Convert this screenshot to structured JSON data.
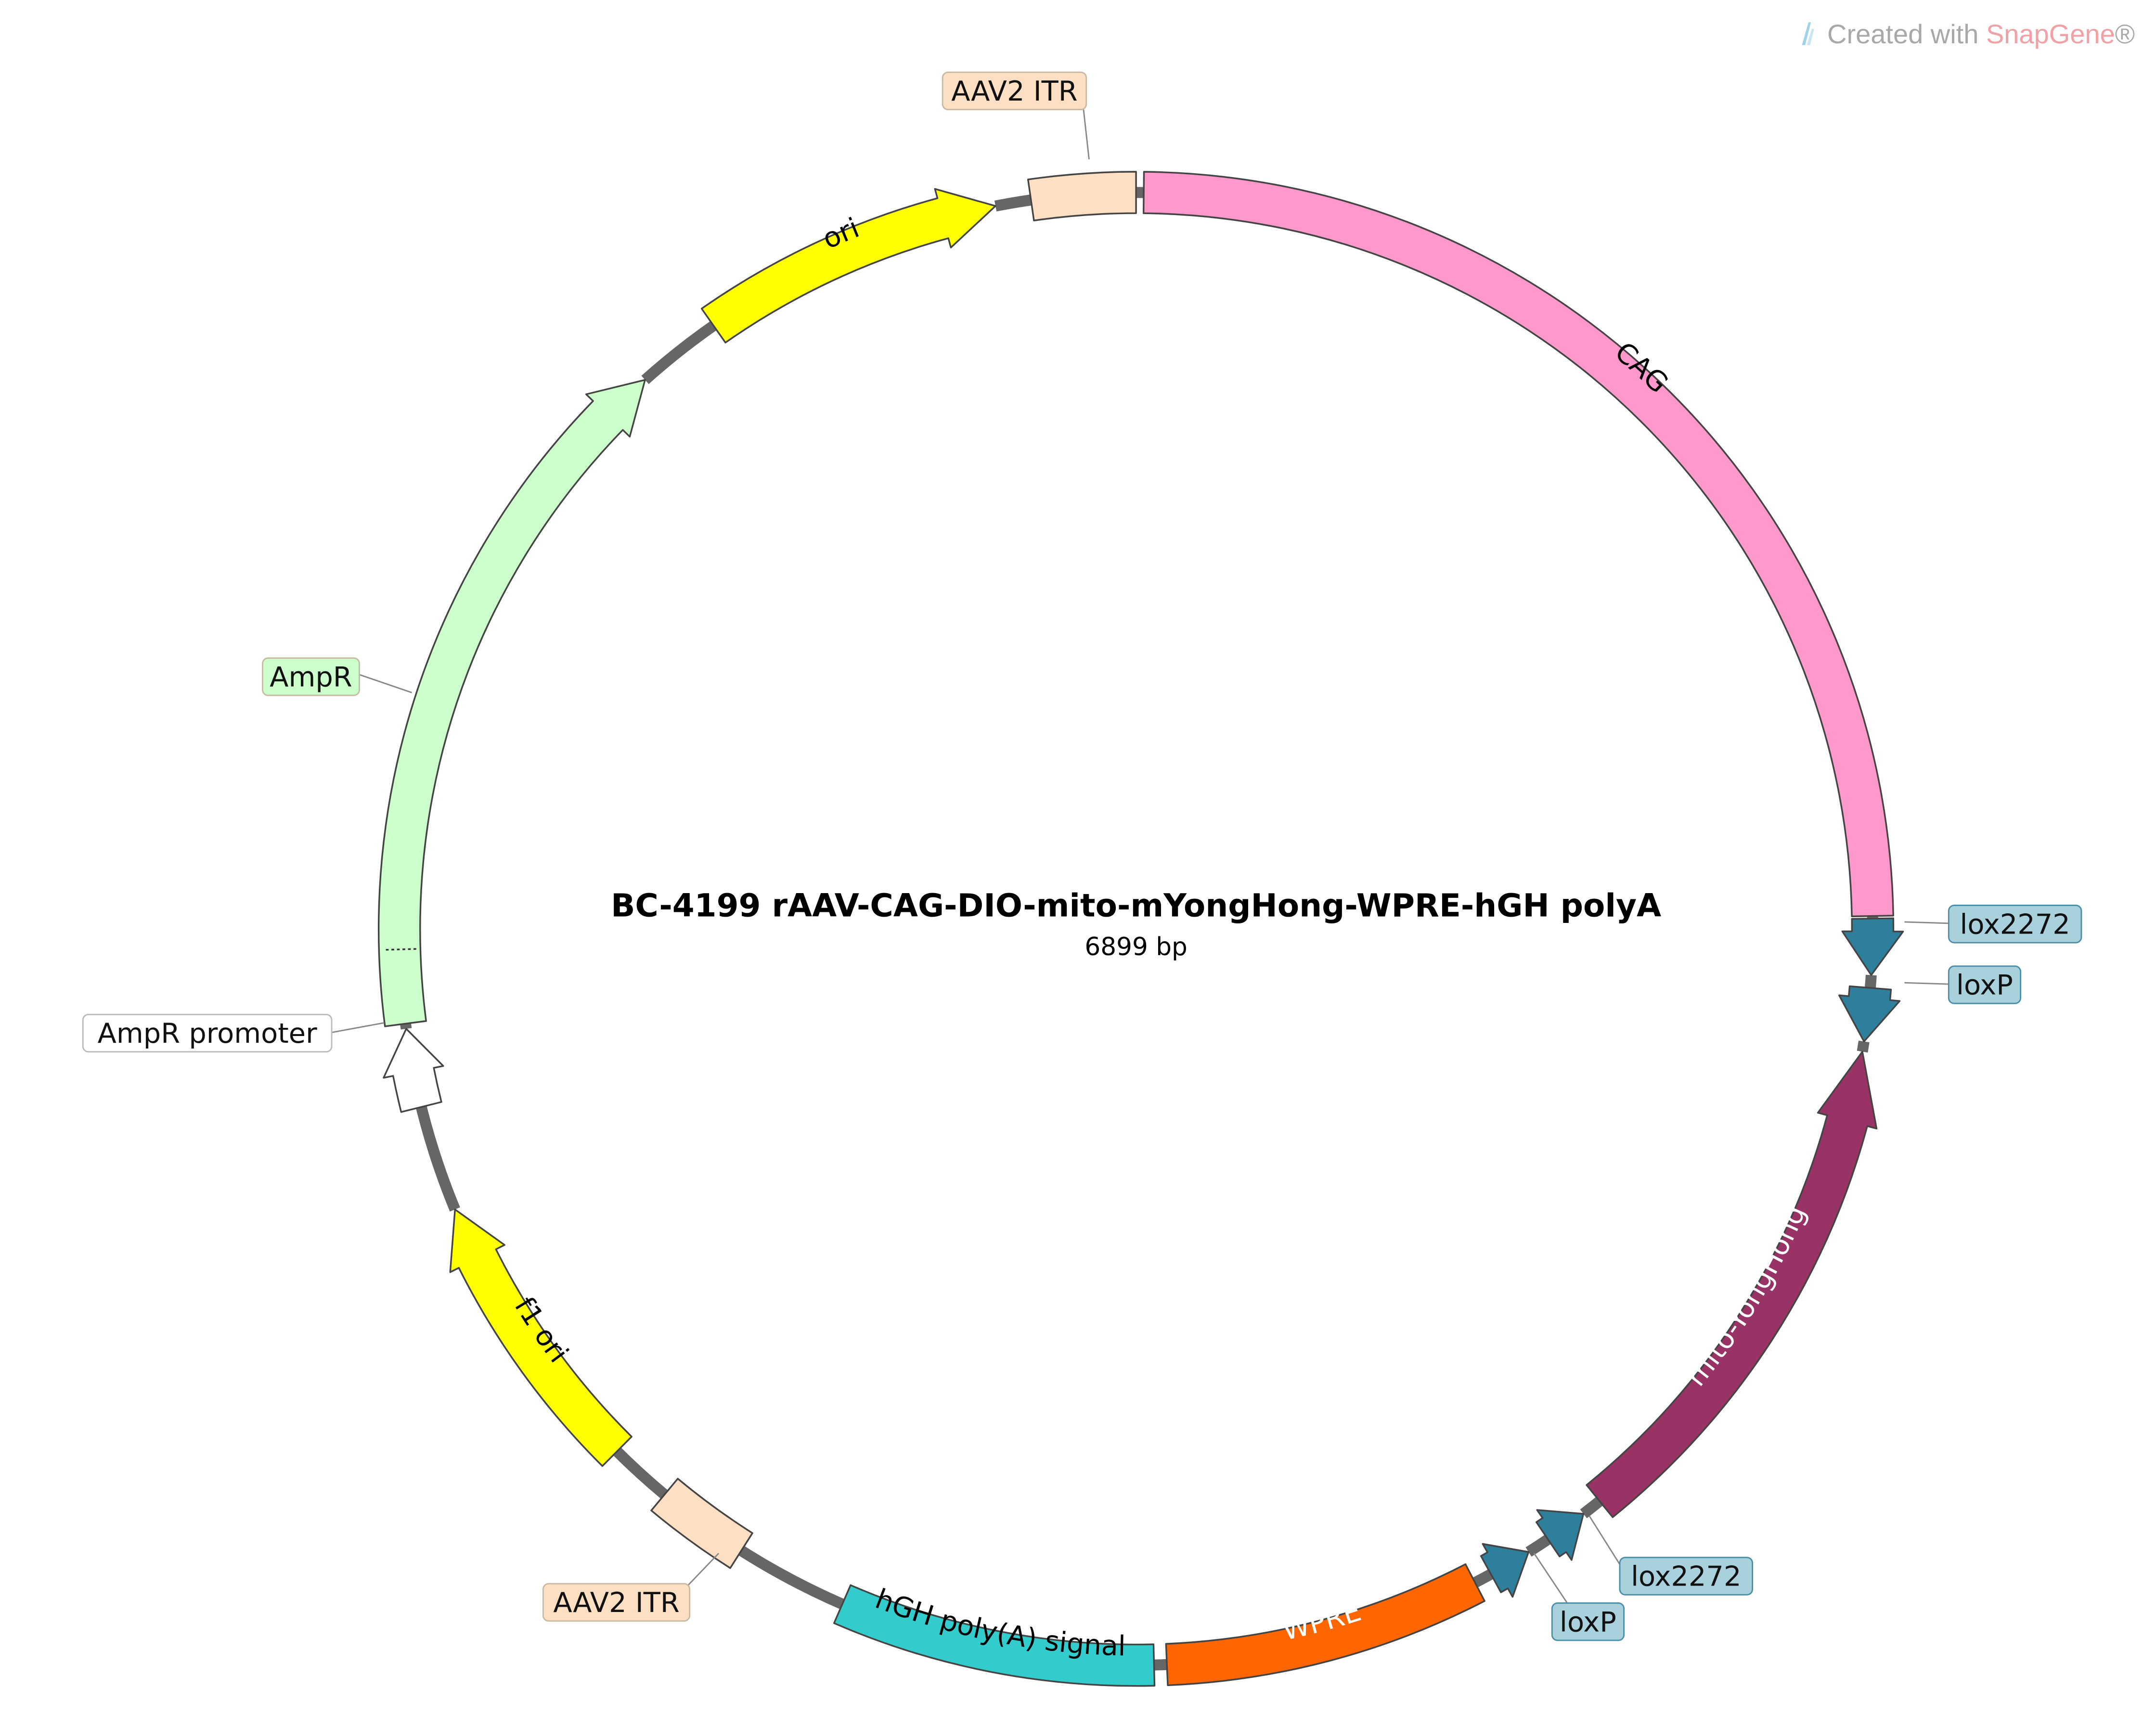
{
  "title": "BC-4199  rAAV-CAG-DIO-mito-mYongHong-WPRE-hGH polyA",
  "length_label": "6899 bp",
  "watermark": {
    "prefix": "Created with ",
    "brand": "SnapGene",
    "suffix": "®"
  },
  "features": [
    {
      "id": "aav2-itr-top",
      "label": "AAV2 ITR",
      "color": "#fde0c3",
      "direction": "none",
      "label_style": "callout"
    },
    {
      "id": "cag",
      "label": "CAG",
      "color": "#ff99cc",
      "direction": "none",
      "label_style": "inside",
      "text_color": "#000000"
    },
    {
      "id": "lox2272-right",
      "label": "lox2272",
      "color": "#2e7f9c",
      "direction": "cw",
      "label_style": "callout"
    },
    {
      "id": "loxp-right",
      "label": "loxP",
      "color": "#2e7f9c",
      "direction": "cw",
      "label_style": "callout"
    },
    {
      "id": "mito-yonghong",
      "label": "mito-YongHong",
      "color": "#993366",
      "direction": "ccw",
      "label_style": "inside",
      "text_color": "#ffffff"
    },
    {
      "id": "lox2272-bottom",
      "label": "lox2272",
      "color": "#2e7f9c",
      "direction": "ccw",
      "label_style": "callout"
    },
    {
      "id": "loxp-bottom",
      "label": "loxP",
      "color": "#2e7f9c",
      "direction": "ccw",
      "label_style": "callout"
    },
    {
      "id": "wpre",
      "label": "WPRE",
      "color": "#ff6600",
      "direction": "none",
      "label_style": "inside",
      "text_color": "#ffffff"
    },
    {
      "id": "hgh-polya",
      "label": "hGH poly(A) signal",
      "color": "#33cccc",
      "direction": "none",
      "label_style": "inside",
      "text_color": "#000000"
    },
    {
      "id": "aav2-itr-bottom",
      "label": "AAV2 ITR",
      "color": "#fde0c3",
      "direction": "none",
      "label_style": "callout"
    },
    {
      "id": "f1-ori",
      "label": "f1 ori",
      "color": "#ffff00",
      "direction": "cw",
      "label_style": "inside",
      "text_color": "#000000"
    },
    {
      "id": "ampr-promoter",
      "label": "AmpR promoter",
      "color": "#ffffff",
      "direction": "cw",
      "label_style": "callout"
    },
    {
      "id": "ampr",
      "label": "AmpR",
      "color": "#ccffcc",
      "direction": "cw",
      "label_style": "callout"
    },
    {
      "id": "ori",
      "label": "ori",
      "color": "#ffff00",
      "direction": "cw",
      "label_style": "inside",
      "text_color": "#000000"
    }
  ]
}
